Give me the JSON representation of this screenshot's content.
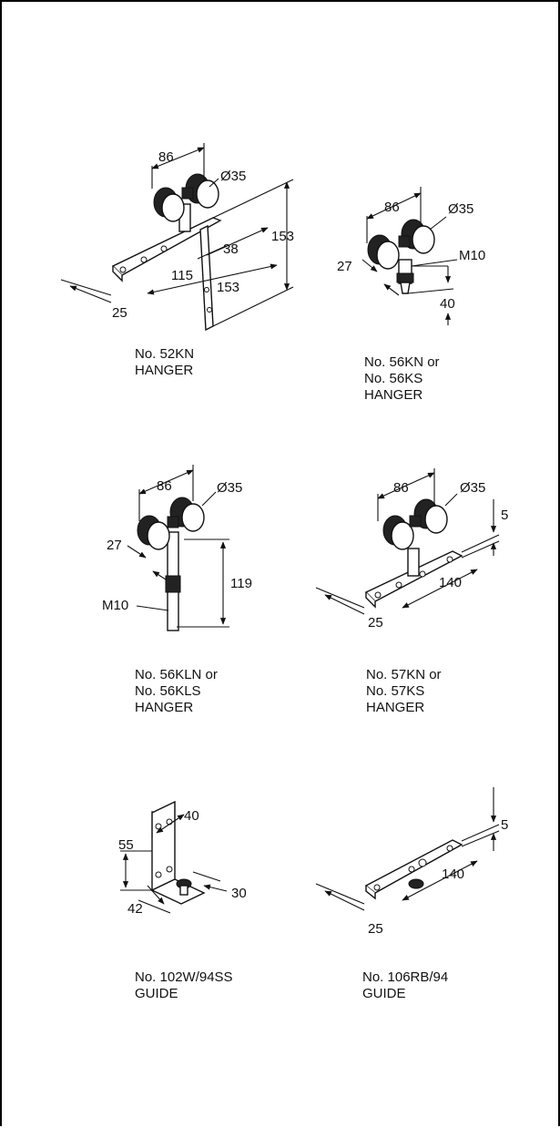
{
  "items": [
    {
      "caption": [
        "No. 52KN",
        "HANGER"
      ],
      "dims": {
        "width": "86",
        "wheel": "Ø35",
        "height": "153",
        "offset": "38",
        "plate_len": "115",
        "leg_len": "153",
        "plate_w": "25"
      }
    },
    {
      "caption": [
        "No. 56KN or",
        "No. 56KS",
        "HANGER"
      ],
      "dims": {
        "width": "86",
        "wheel": "Ø35",
        "thread": "M10",
        "depth": "27",
        "stem": "40"
      }
    },
    {
      "caption": [
        "No. 56KLN or",
        "No. 56KLS",
        "HANGER"
      ],
      "dims": {
        "width": "86",
        "wheel": "Ø35",
        "depth": "27",
        "height": "119",
        "thread": "M10"
      }
    },
    {
      "caption": [
        "No. 57KN or",
        "No. 57KS",
        "HANGER"
      ],
      "dims": {
        "width": "86",
        "wheel": "Ø35",
        "thick": "5",
        "length": "140",
        "plate_w": "25"
      }
    },
    {
      "caption": [
        "No. 102W/94SS",
        "GUIDE"
      ],
      "dims": {
        "width": "40",
        "height": "55",
        "depth": "30",
        "base": "42"
      }
    },
    {
      "caption": [
        "No. 106RB/94",
        "GUIDE"
      ],
      "dims": {
        "thick": "5",
        "length": "140",
        "plate_w": "25"
      }
    }
  ]
}
